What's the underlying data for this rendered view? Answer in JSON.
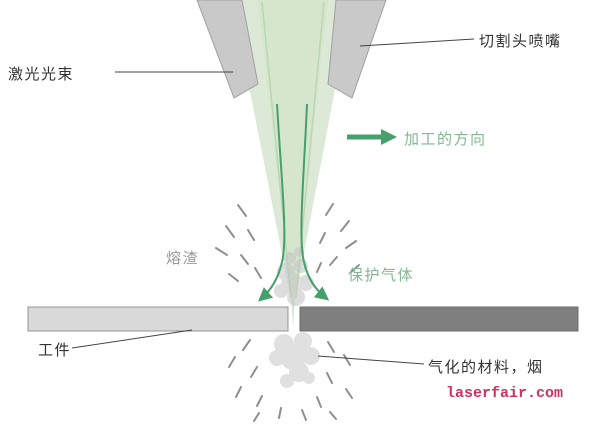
{
  "labels": {
    "laser_beam": "激光光束",
    "nozzle": "切割头喷嘴",
    "direction": "加工的方向",
    "slag": "熔渣",
    "shielding_gas": "保护气体",
    "workpiece": "工件",
    "vapor": "气化的材料，烟",
    "watermark": "laserfair.com"
  },
  "colors": {
    "beam_fill": "#dce9d6",
    "beam_core": "#cfe3c7",
    "beam_edge_line": "#b5d4ac",
    "gas_green": "#45a06b",
    "green_label": "#82b891",
    "nozzle_fill": "#c9c9c9",
    "nozzle_edge": "#a0a0a0",
    "workpiece_left_fill": "#d9d9d9",
    "workpiece_left_edge": "#949494",
    "workpiece_right_fill": "#7f7f7f",
    "slag_text": "#9a9a9a",
    "smoke": "#c3c3c3",
    "spatter": "#8f8f8f",
    "leader_line": "#444444",
    "watermark_red": "#cf3060",
    "text_dark": "#333333"
  }
}
